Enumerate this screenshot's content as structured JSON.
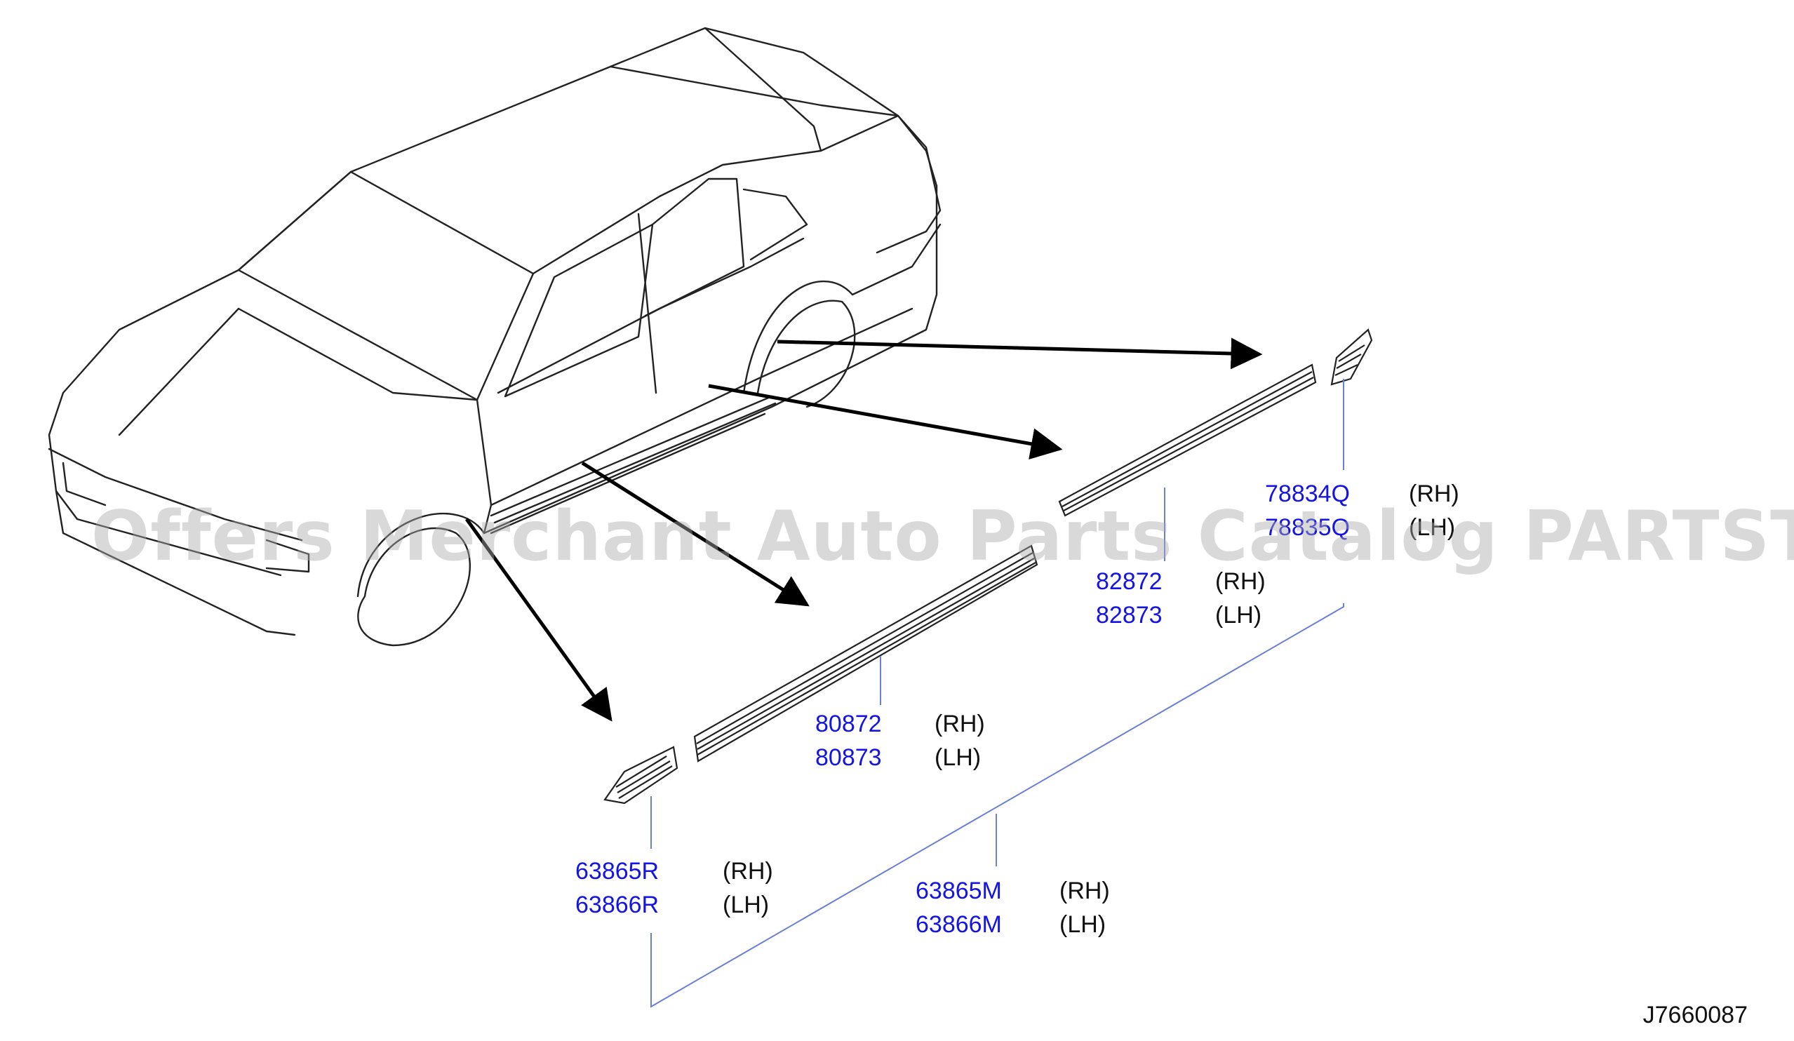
{
  "watermark": "Offers Merchant Auto Parts Catalog PARTSTORE.SA",
  "diagram_code": "J7660087",
  "colors": {
    "part_number": "#1414e6",
    "leader_line": "#6a7fd6",
    "drawing": "#222222",
    "arrow": "#000000"
  },
  "parts": {
    "p78834": {
      "rh_number": "78834Q",
      "rh_side": "(RH)",
      "lh_number": "78835Q",
      "lh_side": "(LH)"
    },
    "p82872": {
      "rh_number": "82872",
      "rh_side": "(RH)",
      "lh_number": "82873",
      "lh_side": "(LH)"
    },
    "p80872": {
      "rh_number": "80872",
      "rh_side": "(RH)",
      "lh_number": "80873",
      "lh_side": "(LH)"
    },
    "p63865r": {
      "rh_number": "63865R",
      "rh_side": "(RH)",
      "lh_number": "63866R",
      "lh_side": "(LH)"
    },
    "p63865m": {
      "rh_number": "63865M",
      "rh_side": "(RH)",
      "lh_number": "63866M",
      "lh_side": "(LH)"
    }
  }
}
